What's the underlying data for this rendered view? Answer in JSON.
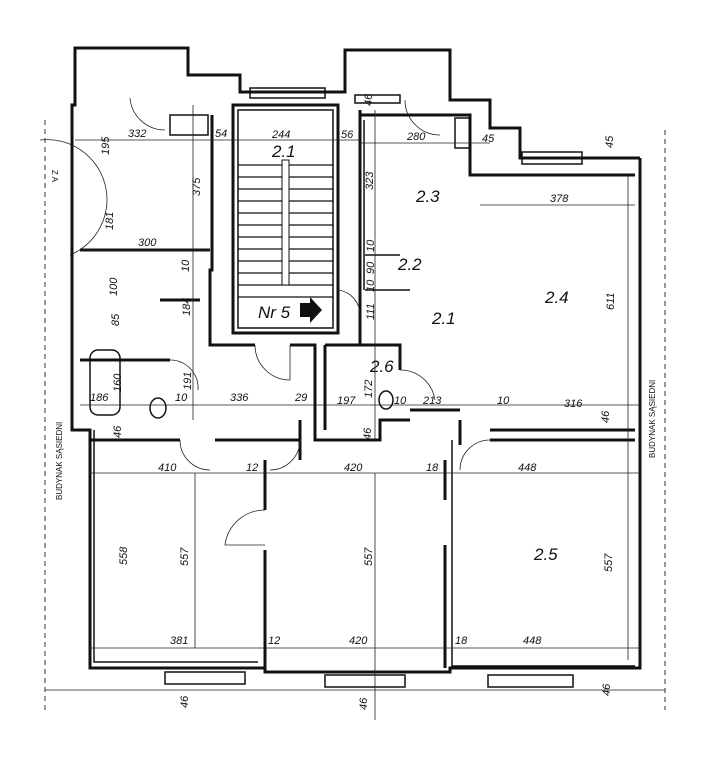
{
  "rooms": {
    "stair": "2.1",
    "r23": "2.3",
    "r22": "2.2",
    "r21": "2.1",
    "r24": "2.4",
    "r26": "2.6",
    "r25": "2.5"
  },
  "entrance_label": "Nr 5",
  "neighbor_left": "BUDYNAK SĄSIEDNI",
  "neighbor_right": "BUDYNAK SĄSIEDNI",
  "compass_text": "Z A",
  "dims": [
    "332",
    "54",
    "244",
    "56",
    "280",
    "45",
    "45",
    "46",
    "195",
    "375",
    "181",
    "300",
    "10",
    "100",
    "184",
    "85",
    "160",
    "191",
    "186",
    "10",
    "336",
    "29",
    "197",
    "172",
    "10",
    "213",
    "10",
    "316",
    "46",
    "46",
    "46",
    "323",
    "90",
    "10",
    "10",
    "111",
    "378",
    "611",
    "410",
    "12",
    "420",
    "18",
    "448",
    "558",
    "557",
    "557",
    "557",
    "381",
    "12",
    "420",
    "18",
    "448",
    "46",
    "46",
    "46"
  ]
}
